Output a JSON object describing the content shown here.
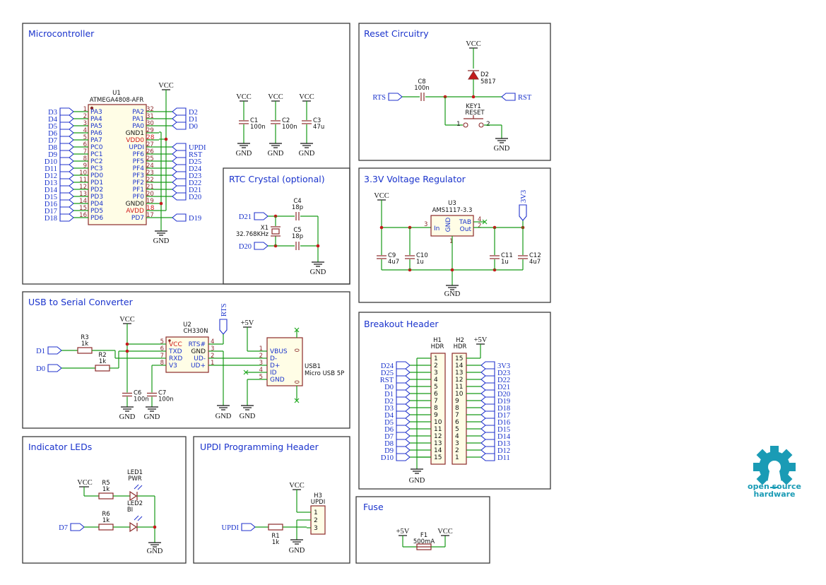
{
  "sections": {
    "mcu": "Microcontroller",
    "reset": "Reset Circuitry",
    "rtc": "RTC Crystal (optional)",
    "reg": "3.3V Voltage Regulator",
    "usb": "USB to Serial Converter",
    "breakout": "Breakout Header",
    "leds": "Indicator LEDs",
    "updi": "UPDI Programming Header",
    "fuse": "Fuse"
  },
  "power": {
    "vcc": "VCC",
    "gnd": "GND",
    "v5": "+5V",
    "v33": "3V3"
  },
  "mcu": {
    "ref": "U1",
    "value": "ATMEGA4808-AFR",
    "left_pins": [
      {
        "net": "D3",
        "num": "1",
        "name": "PA3"
      },
      {
        "net": "D4",
        "num": "2",
        "name": "PA4"
      },
      {
        "net": "D5",
        "num": "3",
        "name": "PA5"
      },
      {
        "net": "D6",
        "num": "4",
        "name": "PA6"
      },
      {
        "net": "D7",
        "num": "5",
        "name": "PA7"
      },
      {
        "net": "D8",
        "num": "6",
        "name": "PC0"
      },
      {
        "net": "D9",
        "num": "7",
        "name": "PC1"
      },
      {
        "net": "D10",
        "num": "8",
        "name": "PC2"
      },
      {
        "net": "D11",
        "num": "9",
        "name": "PC3"
      },
      {
        "net": "D12",
        "num": "10",
        "name": "PD0"
      },
      {
        "net": "D13",
        "num": "11",
        "name": "PD1"
      },
      {
        "net": "D14",
        "num": "12",
        "name": "PD2"
      },
      {
        "net": "D15",
        "num": "13",
        "name": "PD3"
      },
      {
        "net": "D16",
        "num": "14",
        "name": "PD4"
      },
      {
        "net": "D17",
        "num": "15",
        "name": "PD5"
      },
      {
        "net": "D18",
        "num": "16",
        "name": "PD6"
      }
    ],
    "right_pins": [
      {
        "name": "PA2",
        "num": "32",
        "net": "D2"
      },
      {
        "name": "PA1",
        "num": "31",
        "net": "D1"
      },
      {
        "name": "PA0",
        "num": "30",
        "net": "D0"
      },
      {
        "name": "GND1",
        "num": "29",
        "net": ""
      },
      {
        "name": "VDD0",
        "num": "28",
        "net": ""
      },
      {
        "name": "UPDI",
        "num": "27",
        "net": "UPDI"
      },
      {
        "name": "PF6",
        "num": "26",
        "net": "RST"
      },
      {
        "name": "PF5",
        "num": "25",
        "net": "D25"
      },
      {
        "name": "PF4",
        "num": "24",
        "net": "D24"
      },
      {
        "name": "PF3",
        "num": "23",
        "net": "D23"
      },
      {
        "name": "PF2",
        "num": "22",
        "net": "D22"
      },
      {
        "name": "PF1",
        "num": "21",
        "net": "D21"
      },
      {
        "name": "PF0",
        "num": "20",
        "net": "D20"
      },
      {
        "name": "GND0",
        "num": "19",
        "net": ""
      },
      {
        "name": "AVDD",
        "num": "18",
        "net": ""
      },
      {
        "name": "PD7",
        "num": "17",
        "net": "D19"
      }
    ],
    "caps": [
      {
        "ref": "C1",
        "value": "100n"
      },
      {
        "ref": "C2",
        "value": "100n"
      },
      {
        "ref": "C3",
        "value": "47u"
      }
    ]
  },
  "reset": {
    "rts": "RTS",
    "rst": "RST",
    "cap_ref": "C8",
    "cap_val": "100n",
    "diode_ref": "D2",
    "diode_val": "5817",
    "key_ref": "KEY1",
    "key_val": "RESET",
    "key_pin1": "1",
    "key_pin2": "2"
  },
  "rtc": {
    "d21": "D21",
    "d20": "D20",
    "xtal_ref": "X1",
    "xtal_val": "32.768KHz",
    "c4_ref": "C4",
    "c4_val": "18p",
    "c5_ref": "C5",
    "c5_val": "18p"
  },
  "reg": {
    "ref": "U3",
    "value": "AMS1117-3.3",
    "pin_in": "In",
    "pin_out": "Out",
    "pin_tab": "TAB",
    "pin_gnd": "GND",
    "num_in": "3",
    "num_out": "2",
    "num_tab": "4",
    "num_gnd": "1",
    "caps": [
      {
        "ref": "C9",
        "value": "4u7"
      },
      {
        "ref": "C10",
        "value": "1u"
      },
      {
        "ref": "C11",
        "value": "1u"
      },
      {
        "ref": "C12",
        "value": "4u7"
      }
    ]
  },
  "usb": {
    "d1": "D1",
    "d0": "D0",
    "rts": "RTS",
    "r3_ref": "R3",
    "r3_val": "1k",
    "r2_ref": "R2",
    "r2_val": "1k",
    "u2_ref": "U2",
    "u2_val": "CH330N",
    "u2_left": [
      {
        "num": "5",
        "name": "VCC"
      },
      {
        "num": "6",
        "name": "TXD"
      },
      {
        "num": "7",
        "name": "RXD"
      },
      {
        "num": "8",
        "name": "V3"
      }
    ],
    "u2_right": [
      {
        "name": "RTS#",
        "num": "4"
      },
      {
        "name": "GND",
        "num": "3"
      },
      {
        "name": "UD-",
        "num": "2"
      },
      {
        "name": "UD+",
        "num": "1"
      }
    ],
    "c6_ref": "C6",
    "c6_val": "100n",
    "c7_ref": "C7",
    "c7_val": "100n",
    "usb_ref": "USB1",
    "usb_val": "Micro USB 5P",
    "usb_pins": [
      {
        "num": "1",
        "name": "VBUS"
      },
      {
        "num": "2",
        "name": "D-"
      },
      {
        "num": "3",
        "name": "D+"
      },
      {
        "num": "4",
        "name": "ID"
      },
      {
        "num": "5",
        "name": "GND"
      }
    ],
    "shield": "0"
  },
  "breakout": {
    "h1_ref": "H1",
    "h1_val": "HDR",
    "h2_ref": "H2",
    "h2_val": "HDR",
    "h1_nets": [
      "D24",
      "D25",
      "RST",
      "D0",
      "D1",
      "D2",
      "D3",
      "D4",
      "D5",
      "D6",
      "D7",
      "D8",
      "D9",
      "D10"
    ],
    "h1_nums": [
      "1",
      "2",
      "3",
      "4",
      "5",
      "6",
      "7",
      "8",
      "9",
      "10",
      "11",
      "12",
      "13",
      "14",
      "15"
    ],
    "h2_nums": [
      "15",
      "14",
      "13",
      "12",
      "11",
      "10",
      "9",
      "8",
      "7",
      "6",
      "5",
      "4",
      "3",
      "2",
      "1"
    ],
    "h2_nets": [
      "3V3",
      "D23",
      "D22",
      "D21",
      "D20",
      "D19",
      "D18",
      "D17",
      "D16",
      "D15",
      "D14",
      "D13",
      "D12",
      "D11"
    ]
  },
  "leds": {
    "r5_ref": "R5",
    "r5_val": "1k",
    "r6_ref": "R6",
    "r6_val": "1k",
    "led1_ref": "LED1",
    "led1_val": "PWR",
    "led2_ref": "LED2",
    "led2_val": "BI",
    "d7": "D7"
  },
  "updi": {
    "net": "UPDI",
    "r1_ref": "R1",
    "r1_val": "1k",
    "h3_ref": "H3",
    "h3_val": "UPDI",
    "pins": [
      "1",
      "2",
      "3"
    ]
  },
  "fuse": {
    "ref": "F1",
    "value": "500mA"
  },
  "logo": {
    "line1": "open source",
    "line2": "hardware"
  },
  "colors": {
    "wire": "#179a17",
    "component": "#8b2a2a",
    "label": "#1a33cc",
    "logo": "#1a9bb5"
  }
}
